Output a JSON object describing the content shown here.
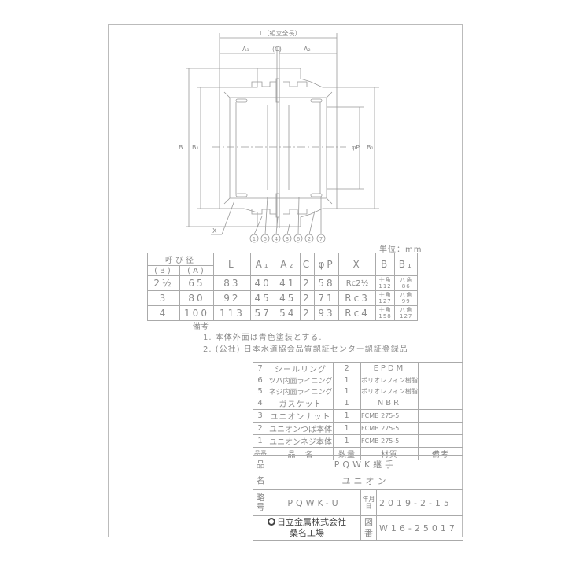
{
  "drawing": {
    "dim_L": "L（組立全長）",
    "dim_A1": "A₁",
    "dim_C": "(C)",
    "dim_A2": "A₂",
    "dim_B": "B",
    "dim_B1_left": "B₁",
    "dim_phiP": "φP",
    "dim_B1_right": "B₁",
    "dim_X": "X",
    "balloons": [
      "1",
      "5",
      "4",
      "3",
      "6",
      "2",
      "7"
    ]
  },
  "unit": "単位：mm",
  "dim_table": {
    "header_group": "呼び径",
    "sub_headers": [
      "(B)",
      "(A)"
    ],
    "headers": [
      "L",
      "A₁",
      "A₂",
      "C",
      "φP",
      "X",
      "B",
      "B₁"
    ],
    "rows": [
      {
        "B": "2½",
        "A": "65",
        "L": "83",
        "A1": "40",
        "A2": "41",
        "C": "2",
        "P": "58",
        "X": "Rc2½",
        "Bs": "十角",
        "Bv": "112",
        "B1s": "八角",
        "B1v": "86"
      },
      {
        "B": "3",
        "A": "80",
        "L": "92",
        "A1": "45",
        "A2": "45",
        "C": "2",
        "P": "71",
        "X": "Rc3",
        "Bs": "十角",
        "Bv": "127",
        "B1s": "八角",
        "B1v": "99"
      },
      {
        "B": "4",
        "A": "100",
        "L": "113",
        "A1": "57",
        "A2": "54",
        "C": "2",
        "P": "93",
        "X": "Rc4",
        "Bs": "十角",
        "Bv": "158",
        "B1s": "八角",
        "B1v": "127"
      }
    ]
  },
  "notes": {
    "title": "備考",
    "items": [
      "1. 本体外面は青色塗装とする.",
      "2. (公社) 日本水道協会品質認証センター認証登録品"
    ]
  },
  "parts": {
    "rows": [
      {
        "no": "7",
        "name": "シールリング",
        "qty": "2",
        "mat": "EPDM",
        "rem": ""
      },
      {
        "no": "6",
        "name": "ツバ内面ライニング",
        "qty": "1",
        "mat": "ポリオレフィン樹脂",
        "rem": ""
      },
      {
        "no": "5",
        "name": "ネジ内面ライニング",
        "qty": "1",
        "mat": "ポリオレフィン樹脂",
        "rem": ""
      },
      {
        "no": "4",
        "name": "ガスケット",
        "qty": "1",
        "mat": "NBR",
        "rem": ""
      },
      {
        "no": "3",
        "name": "ユニオンナット",
        "qty": "1",
        "mat": "FCMB 275-5",
        "rem": ""
      },
      {
        "no": "2",
        "name": "ユニオンつば本体",
        "qty": "1",
        "mat": "FCMB 275-5",
        "rem": ""
      },
      {
        "no": "1",
        "name": "ユニオンネジ本体",
        "qty": "1",
        "mat": "FCMB 275-5",
        "rem": ""
      }
    ],
    "headers": {
      "no": "品番",
      "name": "品　名",
      "qty": "数量",
      "mat": "材質",
      "rem": "備考"
    }
  },
  "title_block": {
    "name_label": "品名",
    "name_line1": "PQWK継手",
    "name_line2": "ユニオン",
    "code_label": "略号",
    "code": "PQWK-U",
    "date_label": "年月日",
    "date": "2019-2-15",
    "company": "日立金属株式会社",
    "plant": "桑名工場",
    "drawing_no_label": "図番",
    "drawing_no": "W16-25017"
  }
}
